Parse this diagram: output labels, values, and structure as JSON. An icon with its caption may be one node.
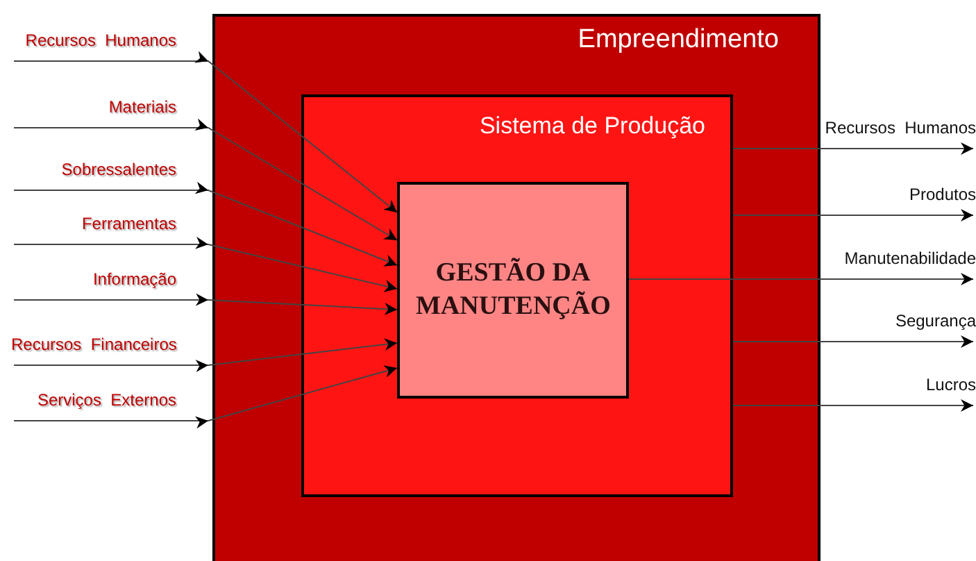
{
  "diagram": {
    "nodes": [
      {
        "text": [
          "Empreendimento"
        ]
      },
      {
        "text": [
          "Sistema de Produção"
        ],
        "in": 0
      },
      {
        "text": [
          "GESTÃO DA MANUTENÇÃO"
        ],
        "in": 1
      },
      {
        "text": [
          "Recursos  Humanos"
        ]
      },
      {
        "text": [
          "Materiais"
        ]
      },
      {
        "text": [
          "Sobressalentes"
        ]
      },
      {
        "text": [
          "Ferramentas"
        ]
      },
      {
        "text": [
          "Informação"
        ]
      },
      {
        "text": [
          "Recursos  Financeiros"
        ]
      },
      {
        "text": [
          "Serviços  Externos"
        ]
      },
      {
        "text": [
          "Recursos  Humanos"
        ]
      },
      {
        "text": [
          "Produtos"
        ]
      },
      {
        "text": [
          "Manutenabilidade"
        ]
      },
      {
        "text": [
          "Segurança"
        ]
      },
      {
        "text": [
          "Lucros"
        ]
      }
    ],
    "edges": [
      {
        "from": 3,
        "to": 2,
        "arrow": "to"
      },
      {
        "from": 4,
        "to": 2,
        "arrow": "to"
      },
      {
        "from": 5,
        "to": 2,
        "arrow": "to"
      },
      {
        "from": 6,
        "to": 2,
        "arrow": "to"
      },
      {
        "from": 7,
        "to": 2,
        "arrow": "to"
      },
      {
        "from": 8,
        "to": 2,
        "arrow": "to"
      },
      {
        "from": 9,
        "to": 2,
        "arrow": "to"
      },
      {
        "from": 1,
        "to": 10,
        "arrow": "to"
      },
      {
        "from": 1,
        "to": 11,
        "arrow": "to"
      },
      {
        "from": 2,
        "to": 12,
        "arrow": "to"
      },
      {
        "from": 1,
        "to": 13,
        "arrow": "to"
      },
      {
        "from": 1,
        "to": 14,
        "arrow": "to"
      }
    ]
  }
}
